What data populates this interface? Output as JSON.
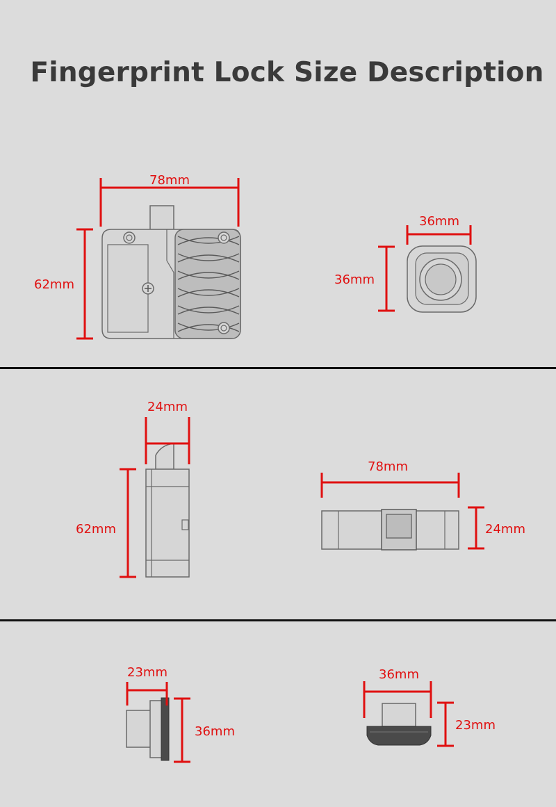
{
  "title": "Fingerprint Lock Size Description",
  "views": {
    "front_body": {
      "width_label": "78mm",
      "height_label": "62mm"
    },
    "front_sensor": {
      "width_label": "36mm",
      "height_label": "36mm"
    },
    "side_body": {
      "width_label": "24mm",
      "height_label": "62mm"
    },
    "top_body": {
      "width_label": "78mm",
      "height_label": "24mm"
    },
    "side_sensor": {
      "width_label": "23mm",
      "height_label": "36mm"
    },
    "top_sensor": {
      "width_label": "36mm",
      "height_label": "23mm"
    }
  },
  "colors": {
    "dimension": "#e01010",
    "background": "#dcdcdc",
    "divider": "#111111"
  }
}
